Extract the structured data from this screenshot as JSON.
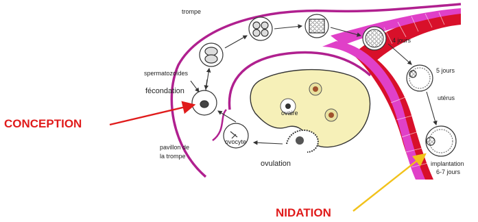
{
  "labels": {
    "trompe": "trompe",
    "quatre_jours": "4 jours",
    "spermatozoides": "spermatozoïdes",
    "fecondation": "fécondation",
    "cinq_jours": "5 jours",
    "uterus": "utérus",
    "ovaire": "ovaire",
    "ovocyte": "ovocyte",
    "pavillon_line1": "pavillon de",
    "pavillon_line2": "la trompe",
    "ovulation": "ovulation",
    "implantation_line1": "implantation",
    "implantation_line2": "6-7 jours"
  },
  "callouts": {
    "conception": "CONCEPTION",
    "nidation": "NIDATION"
  },
  "colors": {
    "conception": "#e01b1b",
    "nidation": "#e01b1b",
    "nidation_arrow": "#f2c21b",
    "trompe": "#b0208f",
    "uterus_wall": "#d8102a",
    "endometrium": "#e040c8",
    "ovary": "#f6f0b8"
  }
}
